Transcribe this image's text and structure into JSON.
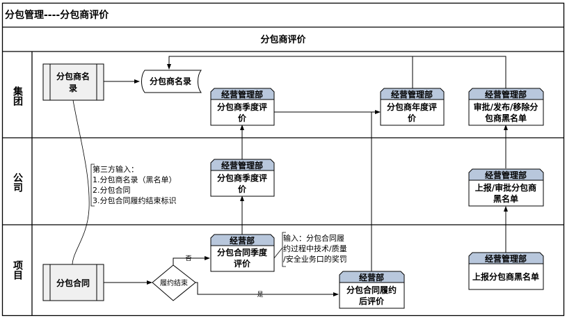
{
  "title": "分包管理----分包商评价",
  "subtitle": "分包商评价",
  "lanes": [
    {
      "label": "集团"
    },
    {
      "label": "公司"
    },
    {
      "label": "项目"
    }
  ],
  "nodes": {
    "vendor_list_process": {
      "line1": "分包商名",
      "line2": "录"
    },
    "vendor_list_doc": {
      "label": "分包商名录"
    },
    "group_quarterly": {
      "dept": "经营管理部",
      "line1": "分包商季度评",
      "line2": "价"
    },
    "group_annual": {
      "dept": "经营管理部",
      "line1": "分包商年度评",
      "line2": "价"
    },
    "group_blacklist": {
      "dept": "经营管理部",
      "line1": "审批/发布/移除分",
      "line2": "包商黑名单"
    },
    "company_quarterly": {
      "dept": "经营管理部",
      "line1": "分包商季度评",
      "line2": "价"
    },
    "company_blacklist": {
      "dept": "经营管理部",
      "line1": "上报/审批分包商",
      "line2": "黑名单"
    },
    "contract_process": {
      "label": "分包合同"
    },
    "decision": {
      "label": "履约结束",
      "no": "否",
      "yes": "是"
    },
    "project_quarterly": {
      "dept": "经营部",
      "line1": "分包合同季度",
      "line2": "评价"
    },
    "project_post": {
      "dept": "经营部",
      "line1": "分包合同履约",
      "line2": "后评价"
    },
    "project_blacklist": {
      "dept": "经营管理部",
      "line1": "上报分包商黑名单"
    }
  },
  "notes": {
    "third_party": [
      "第三方输入：",
      "1.分包商名录（黑名单）",
      "2.分包合同",
      "3.分包合同履约结束标识"
    ],
    "input": [
      "输入：分包合同履",
      "约过程中技术/质量",
      "/安全业务口的奖罚"
    ]
  }
}
